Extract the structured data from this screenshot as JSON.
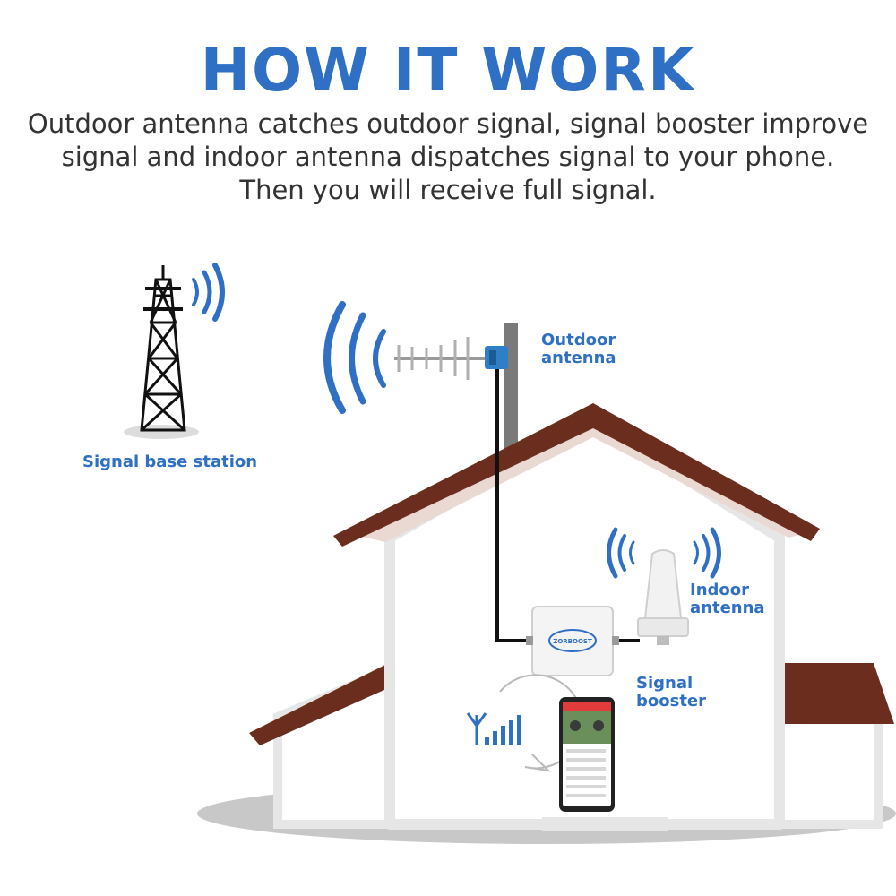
{
  "header": {
    "title": "HOW IT WORK",
    "description": "Outdoor antenna catches outdoor signal, signal booster improve signal and indoor antenna dispatches signal to your phone. Then you will receive full signal."
  },
  "labels": {
    "base_station": "Signal base station",
    "outdoor_antenna_line1": "Outdoor",
    "outdoor_antenna_line2": "antenna",
    "indoor_antenna_line1": "Indoor",
    "indoor_antenna_line2": "antenna",
    "booster_line1": "Signal",
    "booster_line2": "booster"
  },
  "device": {
    "booster_brand": "ZORBOOST"
  },
  "colors": {
    "accent": "#2f6fc4",
    "roof": "#6b2e1e",
    "wall": "#ffffff",
    "wall_outline": "#e6e6e6",
    "ground_shadow": "#c8c8c8"
  }
}
